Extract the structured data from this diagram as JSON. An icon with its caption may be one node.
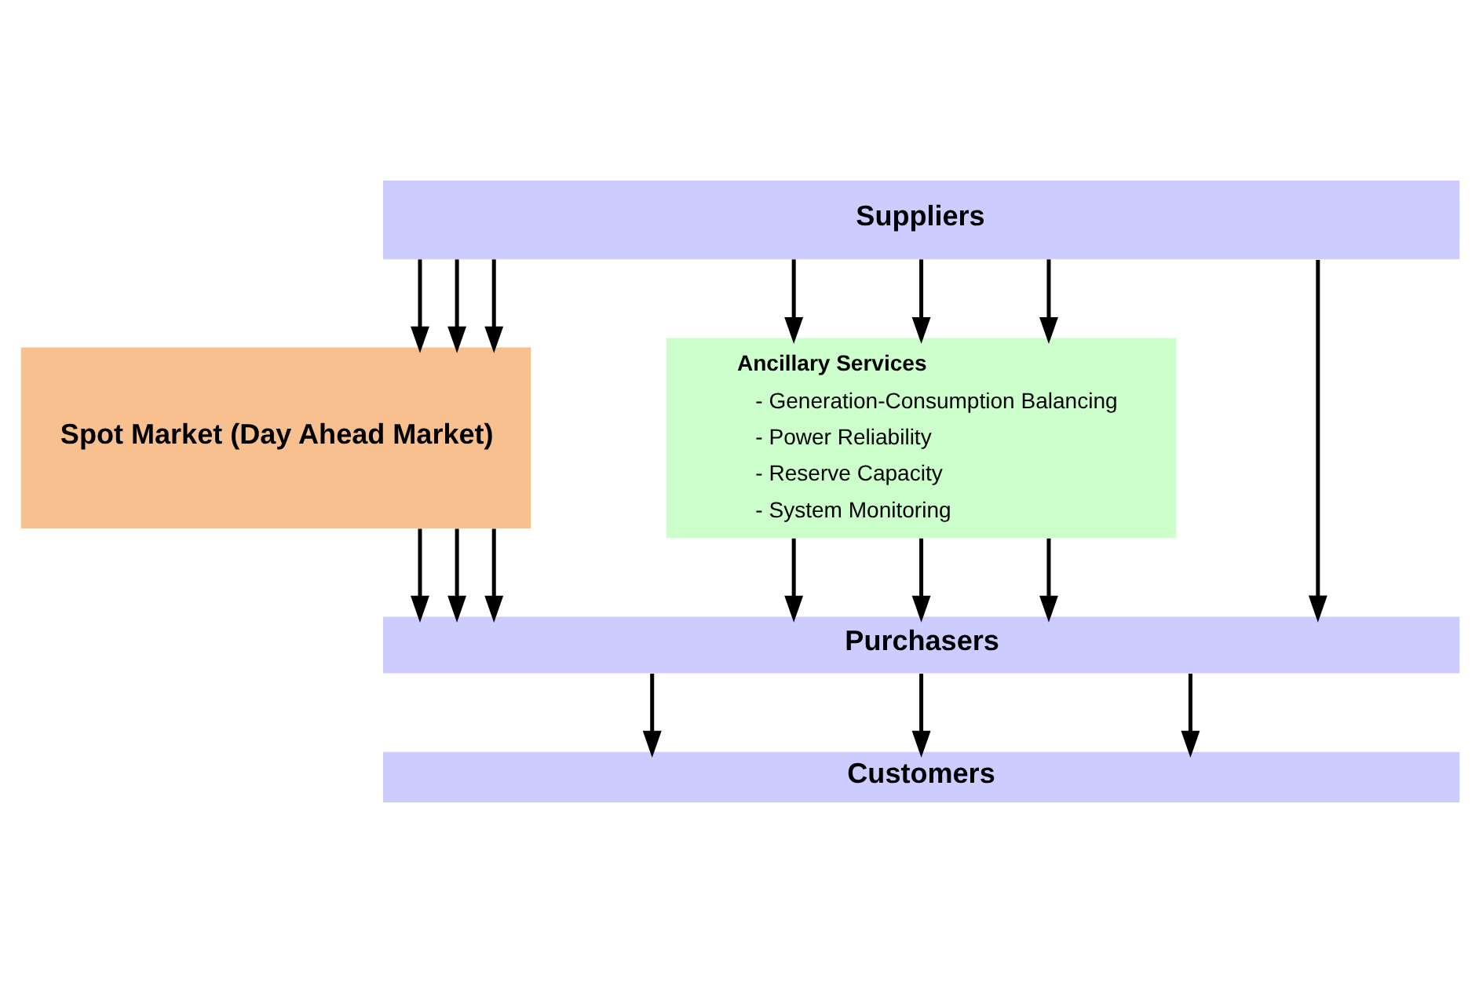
{
  "diagram": {
    "nodes": [
      {
        "text": [
          "Suppliers"
        ]
      },
      {
        "text": [
          "Spot Market (Day Ahead Market)"
        ]
      },
      {
        "text": [
          "Ancillary Services",
          "- Generation-Consumption Balancing",
          "- Power Reliability",
          "- Reserve Capacity",
          "- System Monitoring"
        ]
      },
      {
        "text": [
          "Purchasers"
        ]
      },
      {
        "text": [
          "Customers"
        ]
      }
    ],
    "edges": [
      {
        "from": 0,
        "to": 1,
        "arrow": "to"
      },
      {
        "from": 0,
        "to": 1,
        "arrow": "to"
      },
      {
        "from": 0,
        "to": 1,
        "arrow": "to"
      },
      {
        "from": 0,
        "to": 3,
        "arrow": "to"
      },
      {
        "from": 0,
        "to": 2,
        "arrow": "to"
      },
      {
        "from": 0,
        "to": 2,
        "arrow": "to"
      },
      {
        "from": 0,
        "to": 2,
        "arrow": "to"
      },
      {
        "from": 1,
        "to": 3,
        "arrow": "to"
      },
      {
        "from": 1,
        "to": 3,
        "arrow": "to"
      },
      {
        "from": 1,
        "to": 3,
        "arrow": "to"
      },
      {
        "from": 2,
        "to": 3,
        "arrow": "to"
      },
      {
        "from": 2,
        "to": 3,
        "arrow": "to"
      },
      {
        "from": 2,
        "to": 3,
        "arrow": "to"
      },
      {
        "from": 3,
        "to": 4,
        "arrow": "to"
      },
      {
        "from": 3,
        "to": 4,
        "arrow": "to"
      },
      {
        "from": 3,
        "to": 4,
        "arrow": "to"
      }
    ]
  }
}
